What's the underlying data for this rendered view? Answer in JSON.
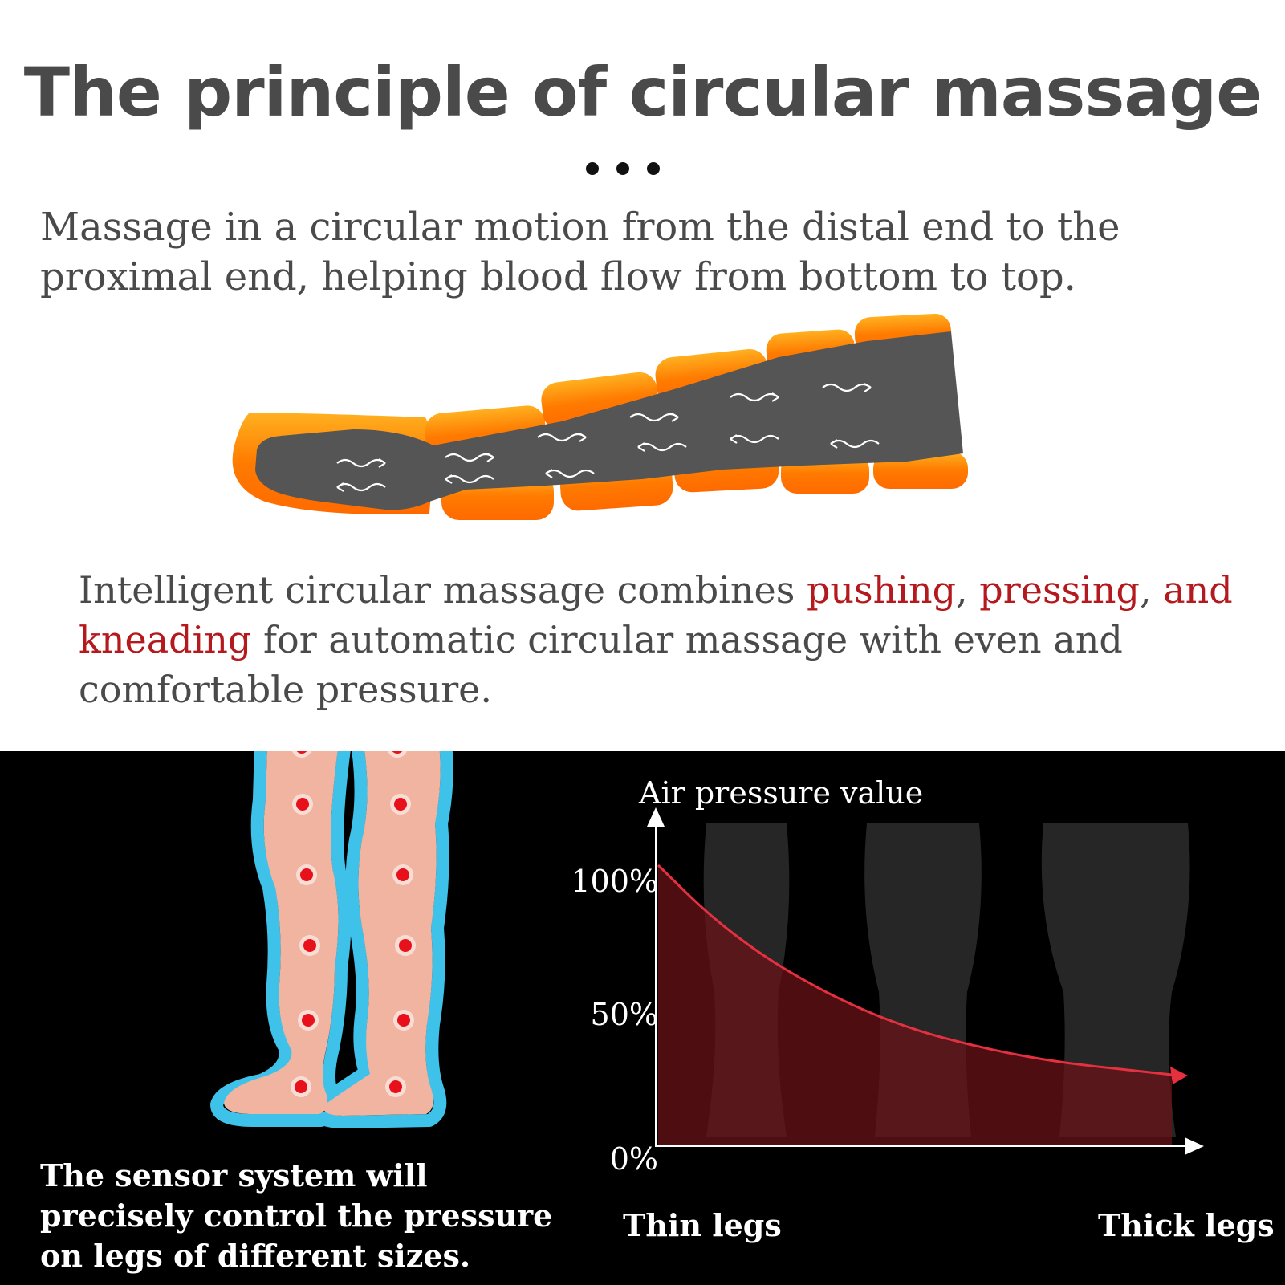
{
  "header": {
    "title": "The principle of circular massage",
    "intro": "Massage in a circular motion from the distal end to the proximal end, helping blood flow from bottom to top."
  },
  "description": {
    "part1": "Intelligent circular massage combines ",
    "highlight1": "pushing",
    "sep1": ", ",
    "highlight2": "pressing",
    "sep2": ", ",
    "highlight3": "and kneading",
    "part2": " for automatic circular massage with even and comfortable pressure."
  },
  "sensor": {
    "text": "The sensor system will precisely control the pressure on legs of different sizes."
  },
  "colors": {
    "accent_red": "#b4191e",
    "chamber_orange": "#ff7a00",
    "leg_gray": "#555555",
    "sensor_blue": "#3fc2ea"
  },
  "chart_data": {
    "type": "area",
    "ylabel": "Air pressure value",
    "y_ticks": [
      "100%",
      "50%",
      "0%"
    ],
    "ylim": [
      0,
      100
    ],
    "x_labels": [
      "Thin legs",
      "Thick legs"
    ],
    "x": [
      0,
      0.1,
      0.2,
      0.3,
      0.4,
      0.5,
      0.6,
      0.7,
      0.8,
      0.9,
      1.0
    ],
    "values": [
      100,
      82,
      68,
      57,
      48,
      41,
      36,
      32,
      29,
      27,
      25
    ],
    "legend": "none",
    "grid": false
  }
}
